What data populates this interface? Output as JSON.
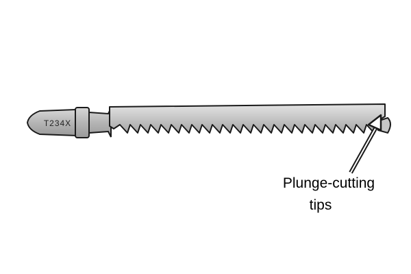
{
  "diagram": {
    "blade_code": "T234X",
    "callout": {
      "line1": "Plunge-cutting",
      "line2": "tips"
    },
    "colors": {
      "background": "#ffffff",
      "outline": "#1a1a1a",
      "blade_fill": "#c4c4c4",
      "blade_highlight": "#e2e2e2",
      "shank_fill": "#b8b8b8"
    }
  }
}
